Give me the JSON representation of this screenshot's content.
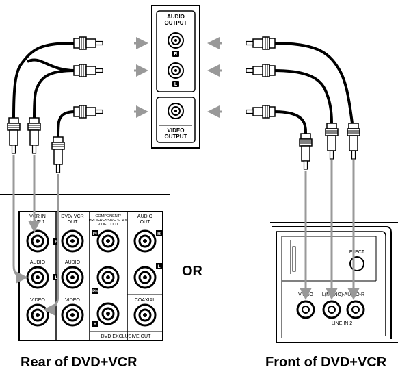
{
  "output_panel": {
    "audio_output": [
      "AUDIO",
      "OUTPUT"
    ],
    "r_badge": "R",
    "l_badge": "L",
    "video_output": [
      "VIDEO",
      "OUTPUT"
    ]
  },
  "rear_panel": {
    "vcr_in": [
      "VCR IN",
      "LINE 1"
    ],
    "dvd_vcr_out": [
      "DVD/ VCR",
      "OUT"
    ],
    "component": [
      "COMPONENT/",
      "PROGRESSIVE SCAN",
      "VIDEO OUT"
    ],
    "audio_out": [
      "AUDIO",
      "OUT"
    ],
    "audio_label": "AUDIO",
    "video_label": "VIDEO",
    "coaxial": "COAXIAL",
    "dvd_exclusive_out": "DVD EXCLUSIVE OUT",
    "r_badge": "R",
    "l_badge": "L",
    "pr_badge": "Pr",
    "pb_badge": "Pb",
    "y_badge": "Y"
  },
  "front_panel": {
    "eject": "EJECT",
    "video": "VIDEO",
    "audio_lr": "L(MONO)-AUDIO-R",
    "line_in_2": "LINE IN 2"
  },
  "or_text": "OR",
  "captions": {
    "rear": "Rear of DVD+VCR",
    "front": "Front of DVD+VCR"
  }
}
